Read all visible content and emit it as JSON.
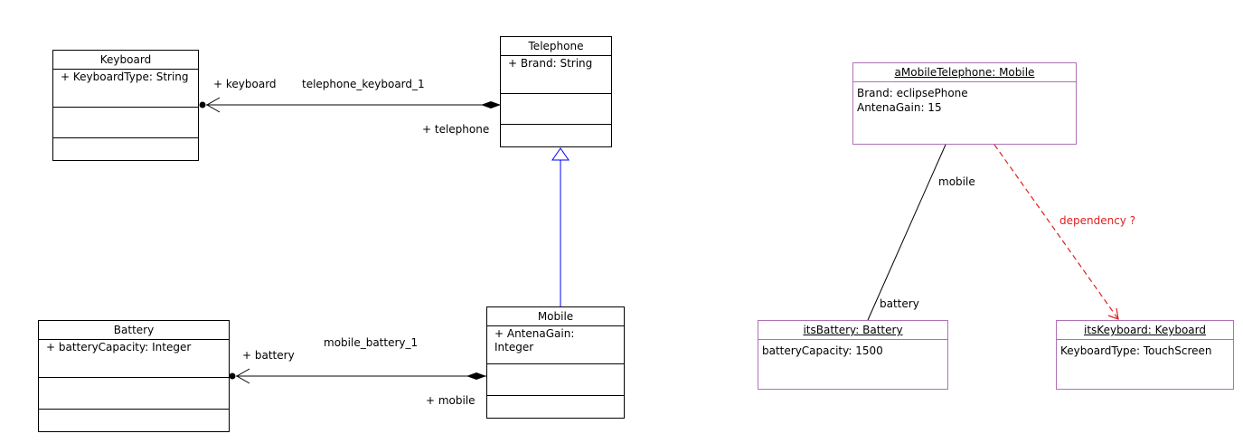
{
  "classes": {
    "keyboard": {
      "name": "Keyboard",
      "attribute": "+ KeyboardType: String"
    },
    "telephone": {
      "name": "Telephone",
      "attribute": "+ Brand: String"
    },
    "battery": {
      "name": "Battery",
      "attribute": "+ batteryCapacity: Integer"
    },
    "mobile": {
      "name": "Mobile",
      "attribute": "+ AntenaGain: Integer"
    }
  },
  "associations": {
    "telephone_keyboard": {
      "name": "telephone_keyboard_1",
      "end_keyboard": "+ keyboard",
      "end_telephone": "+ telephone"
    },
    "mobile_battery": {
      "name": "mobile_battery_1",
      "end_battery": "+ battery",
      "end_mobile": "+ mobile"
    }
  },
  "objects": {
    "mobile_telephone": {
      "name": "aMobileTelephone: Mobile",
      "slots": [
        "Brand: eclipsePhone",
        "AntenaGain: 15"
      ]
    },
    "its_battery": {
      "name": "itsBattery: Battery",
      "slots": [
        "batteryCapacity: 1500"
      ]
    },
    "its_keyboard": {
      "name": "itsKeyboard: Keyboard",
      "slots": [
        "KeyboardType: TouchScreen"
      ]
    }
  },
  "links": {
    "mobile_battery_link": {
      "end_mobile": "mobile",
      "end_battery": "battery"
    },
    "dependency": {
      "label": "dependency ?"
    }
  },
  "colors": {
    "generalization": "#0000ff",
    "dependency": "#e02020",
    "object_border": "#b070b8"
  }
}
